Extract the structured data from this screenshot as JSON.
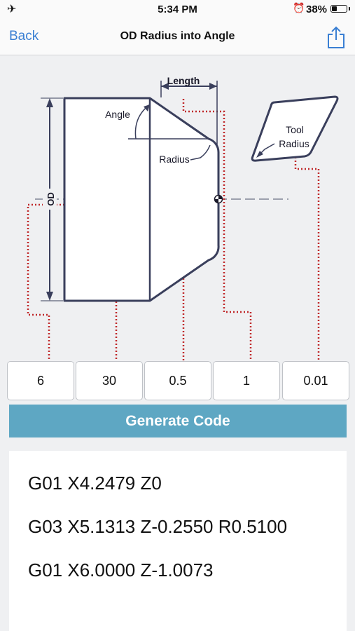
{
  "status_bar": {
    "time": "5:34 PM",
    "battery_percent": "38%",
    "battery_level": 0.38
  },
  "nav": {
    "back_label": "Back",
    "title": "OD Radius into Angle"
  },
  "diagram": {
    "labels": {
      "length": "Length",
      "angle": "Angle",
      "radius": "Radius",
      "od": "OD",
      "tool": "Tool",
      "tool_radius": "Radius"
    }
  },
  "inputs": {
    "od": "6",
    "angle": "30",
    "length": "0.5",
    "radius": "1",
    "tool_radius": "0.01"
  },
  "generate_label": "Generate Code",
  "output": {
    "lines": [
      "G01 X4.2479 Z0",
      "G03 X5.1313 Z-0.2550 R0.5100",
      "G01 X6.0000 Z-1.0073"
    ]
  },
  "colors": {
    "accent": "#3a7fd3",
    "button": "#5ea7c3",
    "diagram_line": "#3a3f5c",
    "leader": "#c0282a"
  }
}
